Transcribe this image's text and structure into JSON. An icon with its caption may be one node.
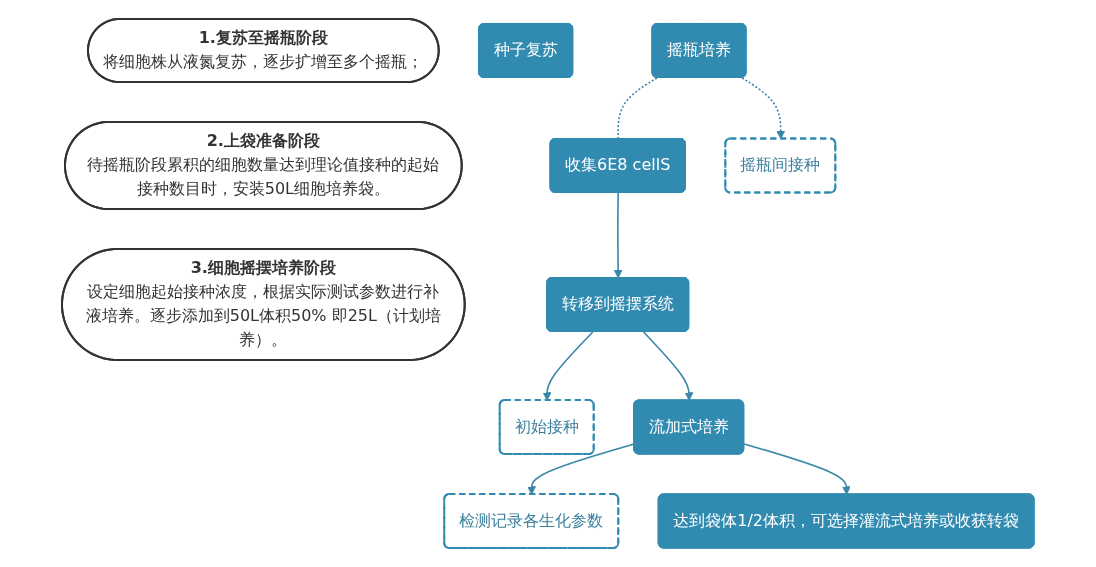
{
  "diagram": {
    "nodes": [
      {
        "text": [
          "1.复苏至摇瓶阶段",
          "将细胞株从液氮复苏，逐步扩增至多个摇瓶；"
        ]
      },
      {
        "text": [
          "2.上袋准备阶段",
          "待摇瓶阶段累积的细胞数量达到理论值接种的起始接种数目时，安装50L细胞培养袋。"
        ]
      },
      {
        "text": [
          "3.细胞摇摆培养阶段",
          "设定细胞起始接种浓度，根据实际测试参数进行补液培养。逐步添加到50L体积50% 即25L（计划培养）。"
        ]
      },
      {
        "text": [
          "种子复苏"
        ]
      },
      {
        "text": [
          "摇瓶培养"
        ]
      },
      {
        "text": [
          "收集6E8 cellS"
        ]
      },
      {
        "text": [
          "摇瓶间接种"
        ]
      },
      {
        "text": [
          "转移到摇摆系统"
        ]
      },
      {
        "text": [
          "初始接种"
        ]
      },
      {
        "text": [
          "流加式培养"
        ]
      },
      {
        "text": [
          "检测记录各生化参数"
        ]
      },
      {
        "text": [
          "达到袋体1/2体积，可选择灌流式培养或收获转袋"
        ]
      }
    ],
    "edges": [
      {
        "from": 4,
        "to": 5,
        "arrow": "none",
        "style": "dashed"
      },
      {
        "from": 4,
        "to": 6,
        "arrow": "to",
        "style": "dashed"
      },
      {
        "from": 5,
        "to": 7,
        "arrow": "to"
      },
      {
        "from": 7,
        "to": 8,
        "arrow": "to"
      },
      {
        "from": 7,
        "to": 9,
        "arrow": "to"
      },
      {
        "from": 9,
        "to": 10,
        "arrow": "to"
      },
      {
        "from": 9,
        "to": 11,
        "arrow": "to"
      }
    ]
  }
}
